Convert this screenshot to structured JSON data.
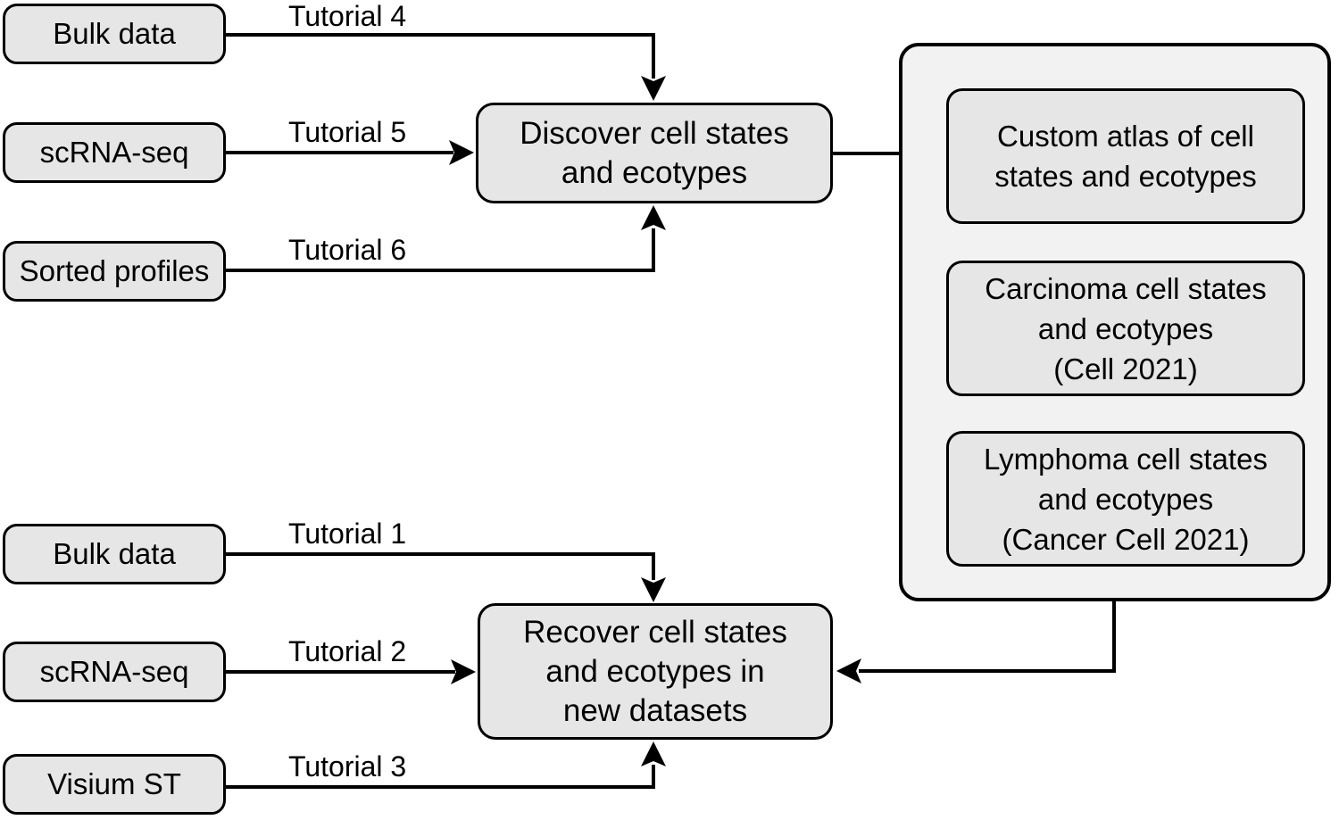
{
  "colors": {
    "background": "#ffffff",
    "node_fill": "#e6e6e6",
    "panel_fill": "#f2f2f2",
    "outline": "#000000"
  },
  "nodes": {
    "bulk_top": {
      "label": "Bulk data"
    },
    "scrna_top": {
      "label": "scRNA-seq"
    },
    "sorted_profiles": {
      "label": "Sorted profiles"
    },
    "discover": {
      "lines": [
        "Discover cell states",
        "and ecotypes"
      ]
    },
    "bulk_bottom": {
      "label": "Bulk data"
    },
    "scrna_bottom": {
      "label": "scRNA-seq"
    },
    "visium_st": {
      "label": "Visium ST"
    },
    "recover": {
      "lines": [
        "Recover cell states",
        "and ecotypes in",
        "new datasets"
      ]
    },
    "custom_atlas": {
      "lines": [
        "Custom atlas of cell",
        "states and ecotypes"
      ]
    },
    "carcinoma": {
      "lines": [
        "Carcinoma cell states",
        "and ecotypes",
        "(Cell 2021)"
      ]
    },
    "lymphoma": {
      "lines": [
        "Lymphoma cell states",
        "and ecotypes",
        "(Cancer Cell 2021)"
      ]
    }
  },
  "edge_labels": {
    "tutorial1": "Tutorial 1",
    "tutorial2": "Tutorial 2",
    "tutorial3": "Tutorial 3",
    "tutorial4": "Tutorial 4",
    "tutorial5": "Tutorial 5",
    "tutorial6": "Tutorial 6"
  }
}
